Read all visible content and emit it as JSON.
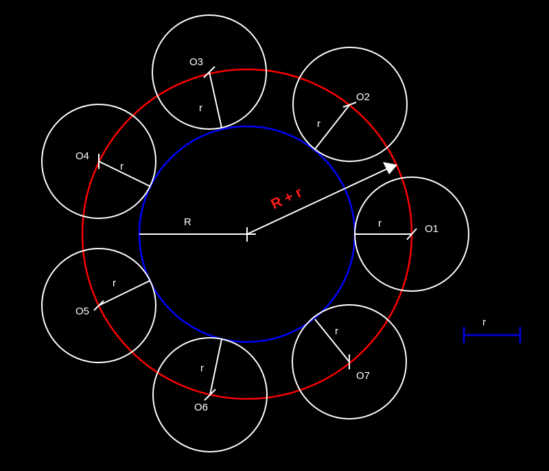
{
  "colors": {
    "background": "#000000",
    "inner_circle": "#0000ff",
    "outer_circle": "#ff0000",
    "small_circles": "#ffffff",
    "big_radius_label": "#ff1a1a",
    "scale_bar": "#0000cc"
  },
  "labels": {
    "big_radius": "R",
    "sum_radius": "R + r",
    "scale_bar": "r"
  },
  "circles": [
    {
      "name": "O1",
      "small_radius_label": "r"
    },
    {
      "name": "O2",
      "small_radius_label": "r"
    },
    {
      "name": "O3",
      "small_radius_label": "r"
    },
    {
      "name": "O4",
      "small_radius_label": "r"
    },
    {
      "name": "O5",
      "small_radius_label": "r"
    },
    {
      "name": "O6",
      "small_radius_label": "r"
    },
    {
      "name": "O7",
      "small_radius_label": "r"
    }
  ]
}
